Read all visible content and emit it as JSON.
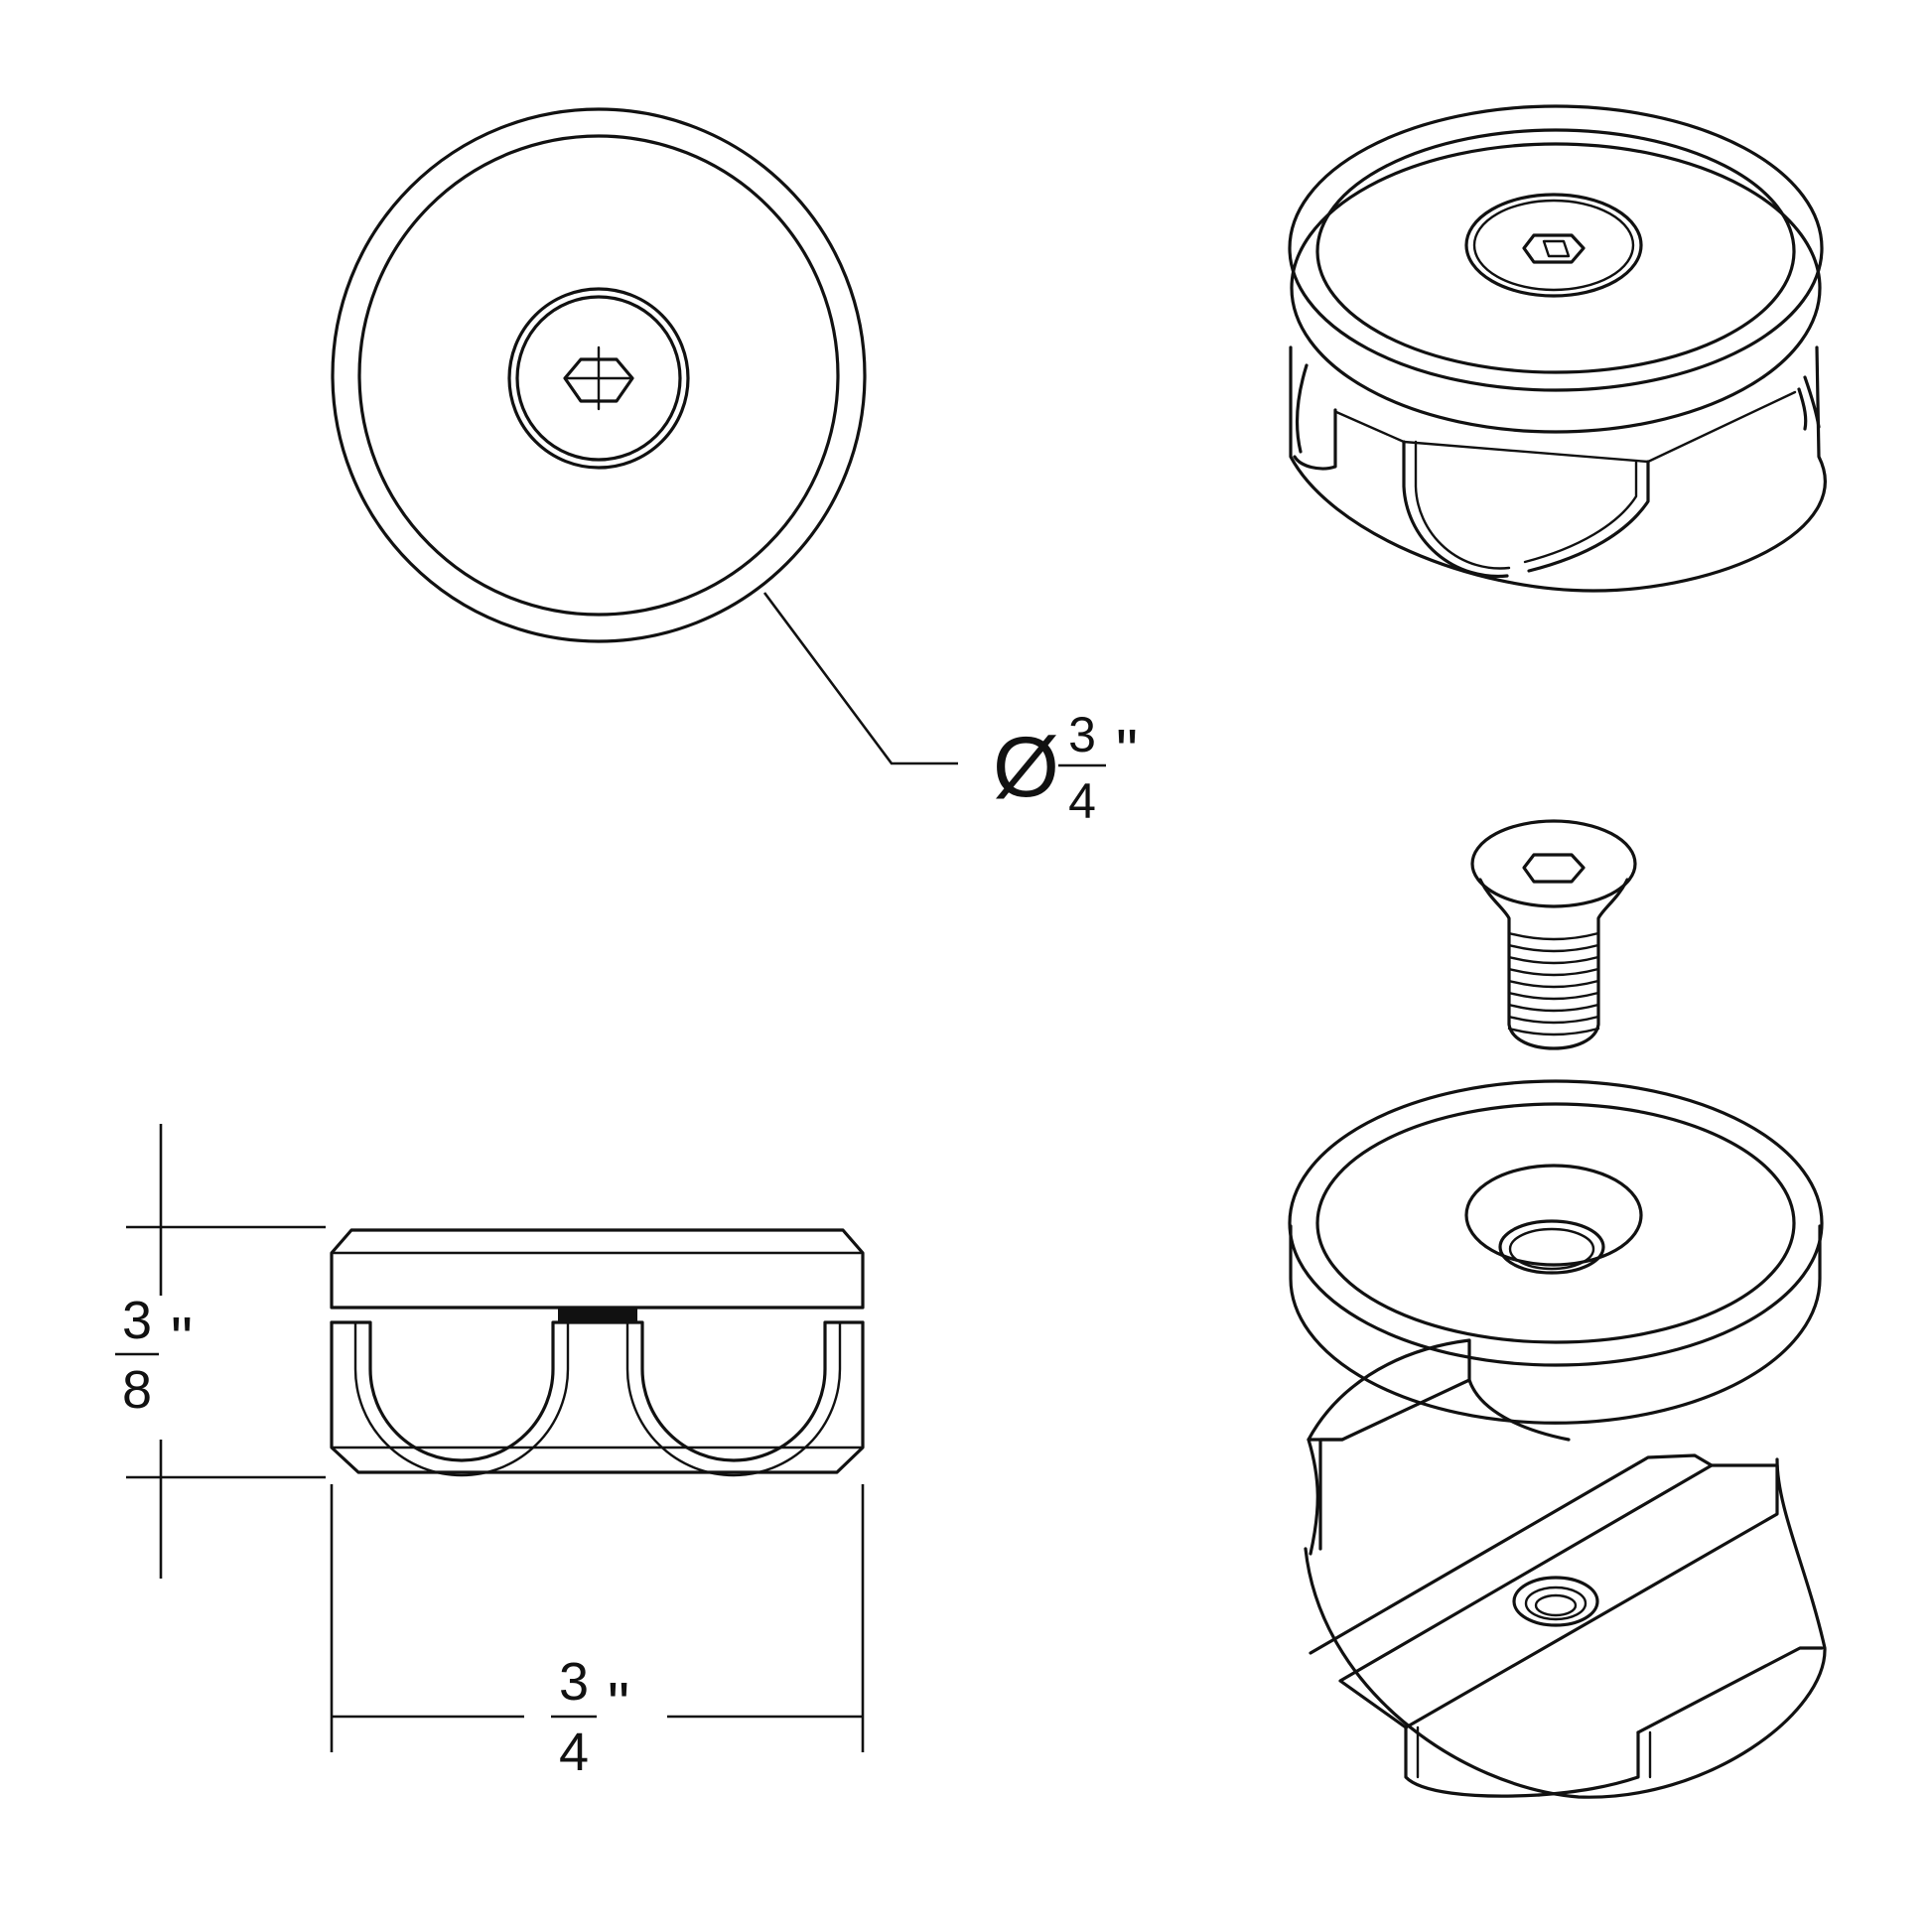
{
  "dimensions": {
    "diameter": {
      "symbol": "Ø",
      "numerator": "3",
      "denominator": "4",
      "unit": "\""
    },
    "height": {
      "numerator": "3",
      "denominator": "8",
      "unit": "\""
    },
    "width": {
      "numerator": "3",
      "denominator": "4",
      "unit": "\""
    }
  },
  "colors": {
    "line": "#111111",
    "background": "#ffffff"
  }
}
